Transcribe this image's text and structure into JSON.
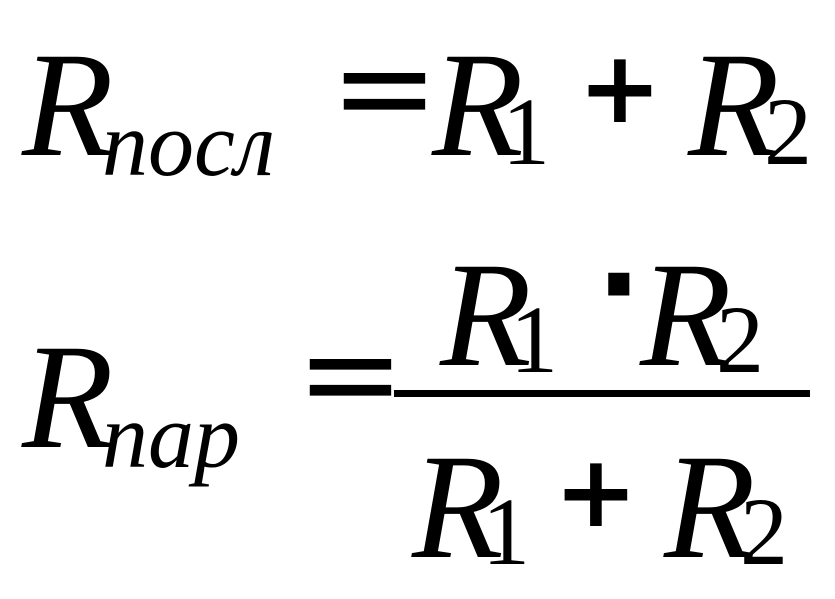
{
  "formula1": {
    "lhs_symbol": "R",
    "lhs_subscript": "посл",
    "equals": "=",
    "term1_symbol": "R",
    "term1_index": "1",
    "plus": "+",
    "term2_symbol": "R",
    "term2_index": "2"
  },
  "formula2": {
    "lhs_symbol": "R",
    "lhs_subscript": "пар",
    "equals": "=",
    "numerator": {
      "term1_symbol": "R",
      "term1_index": "1",
      "times": "·",
      "term2_symbol": "R",
      "term2_index": "2"
    },
    "denominator": {
      "term1_symbol": "R",
      "term1_index": "1",
      "plus": "+",
      "term2_symbol": "R",
      "term2_index": "2"
    }
  },
  "colors": {
    "ink": "#000000",
    "background": "#ffffff"
  }
}
